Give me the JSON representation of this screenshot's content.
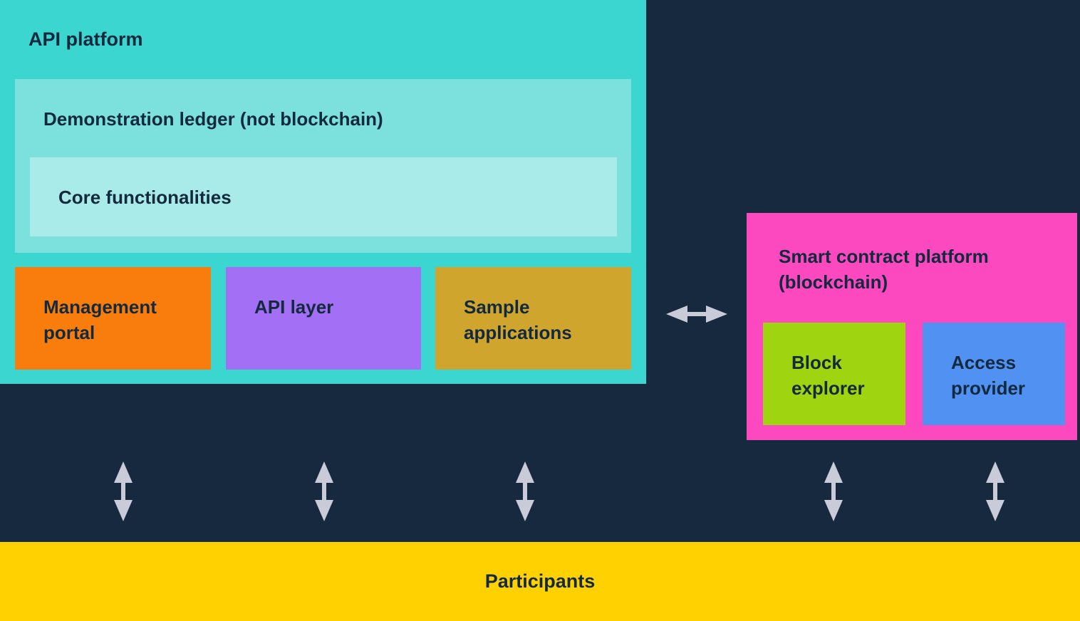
{
  "palette": {
    "background": "#16293E",
    "text": "#13293E",
    "api_platform": "#3CD6D0",
    "demonstration_ledger": "#7CE0DC",
    "core_functionalities": "#A9EBE8",
    "management_portal": "#F87D0D",
    "api_layer": "#A36FF5",
    "sample_applications": "#CFA52E",
    "smart_contract_platform": "#FC49C0",
    "block_explorer": "#9FD411",
    "access_provider": "#5191F1",
    "participants": "#FFD100",
    "arrow": "#C9CCD8"
  },
  "api_platform": {
    "title": "API platform",
    "demonstration_ledger": {
      "title": "Demonstration ledger (not blockchain)",
      "core_functionalities": {
        "title": "Core functionalities"
      }
    },
    "modules": [
      {
        "label": "Management portal"
      },
      {
        "label": "API layer"
      },
      {
        "label": "Sample applications"
      }
    ]
  },
  "smart_contract_platform": {
    "title": "Smart contract platform (blockchain)",
    "modules": [
      {
        "label": "Block explorer"
      },
      {
        "label": "Access provider"
      }
    ]
  },
  "participants": {
    "label": "Participants"
  },
  "connectors": {
    "horizontal_icon": "double-arrow-horizontal",
    "vertical_icon": "double-arrow-vertical",
    "vertical_count": 5
  }
}
